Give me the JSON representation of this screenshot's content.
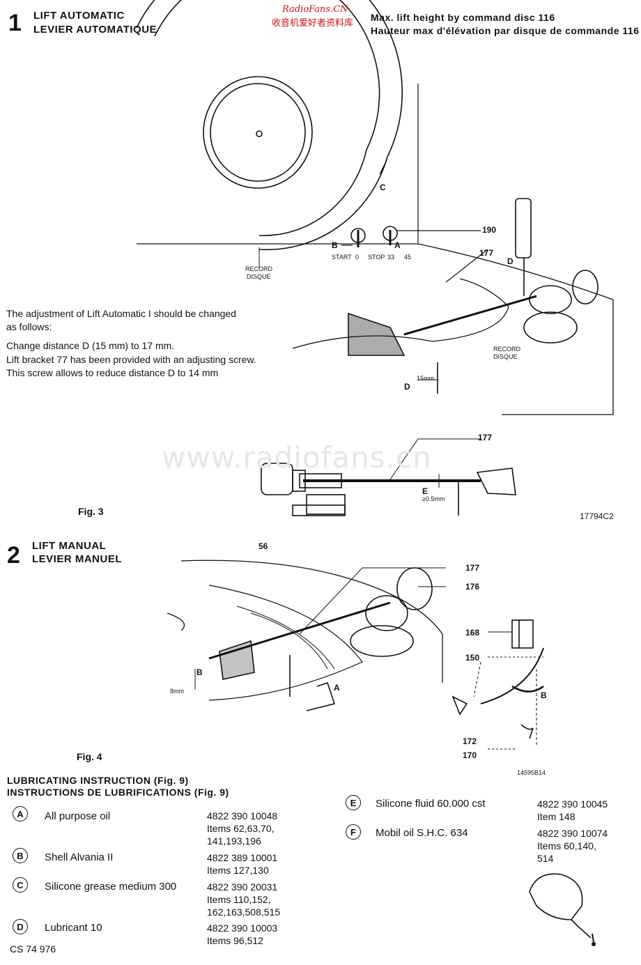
{
  "watermark": {
    "site_top": "RadioFans.CN",
    "chinese": "收音机爱好者资料库",
    "center": "www.radiofans.cn"
  },
  "section1": {
    "number": "1",
    "title_en": "LIFT AUTOMATIC",
    "title_fr": "LEVIER AUTOMATIQUE",
    "spec_en": "Max. lift height by command disc 116",
    "spec_fr": "Hauteur max d'élévation par disque de commande 116",
    "note_lines": [
      "The adjustment of Lift Automatic I should be changed",
      "as follows:",
      "Change distance D (15 mm) to 17 mm.",
      "Lift bracket 77 has been provided with an adjusting screw.",
      "This screw allows to reduce distance D to 14 mm"
    ],
    "callouts": {
      "c": "C",
      "p190": "190",
      "p177": "177",
      "b": "B",
      "a": "A",
      "d_top": "D",
      "record_en": "RECORD",
      "record_fr": "DISQUE",
      "record2_en": "RECORD",
      "record2_fr": "DISQUE",
      "d_bottom": "D",
      "dist": "15mm",
      "dial_marks": [
        "START",
        "0",
        "STOP",
        "33",
        "45"
      ]
    }
  },
  "figure3": {
    "label": "Fig. 3",
    "code": "17794C2",
    "callouts": {
      "p177": "177",
      "e": "E",
      "gap": "≥0.5mm"
    }
  },
  "section2": {
    "number": "2",
    "title_en": "LIFT MANUAL",
    "title_fr": "LEVIER MANUEL",
    "callouts": {
      "p56": "56",
      "p177": "177",
      "p176": "176",
      "p168": "168",
      "p150": "150",
      "p172": "172",
      "p170": "170",
      "b_left": "B",
      "b_right": "B",
      "a": "A",
      "dist": "8mm"
    }
  },
  "figure4": {
    "label": "Fig. 4",
    "code": "14595B14"
  },
  "lubrication": {
    "title_en": "LUBRICATING INSTRUCTION (Fig. 9)",
    "title_fr": "INSTRUCTIONS DE LUBRIFICATIONS (Fig. 9)",
    "left": [
      {
        "letter": "A",
        "name": "All purpose oil",
        "code": "4822 390 10048\nItems 62,63,70,\n141,193,196"
      },
      {
        "letter": "B",
        "name": "Shell Alvania II",
        "code": "4822 389 10001\nItems 127,130"
      },
      {
        "letter": "C",
        "name": "Silicone grease medium 300",
        "code": "4822 390 20031\nItems 110,152,\n162,163,508,515"
      },
      {
        "letter": "D",
        "name": "Lubricant 10",
        "code": "4822 390 10003\nItems 96,512"
      }
    ],
    "right": [
      {
        "letter": "E",
        "name": "Silicone fluid 60.000 cst",
        "code": "4822 390 10045\nItem 148"
      },
      {
        "letter": "F",
        "name": "Mobil oil S.H.C. 634",
        "code": "4822 390 10074\nItems 60,140,\n514"
      }
    ]
  },
  "footer": {
    "doc_code": "CS 74 976"
  }
}
